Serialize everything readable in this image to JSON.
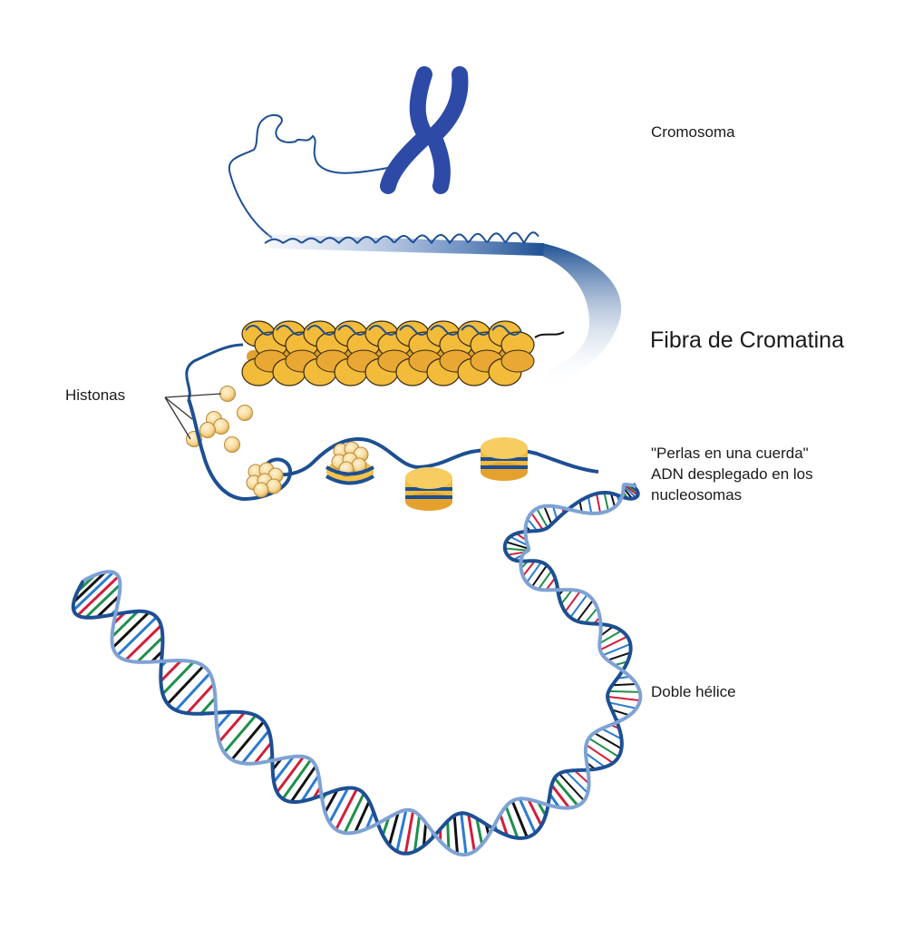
{
  "labels": {
    "cromosoma": "Cromosoma",
    "fibra": "Fibra de Cromatina",
    "histonas": "Histonas",
    "perlas_line1": "\"Perlas en una cuerda\"",
    "perlas_line2": "ADN desplegado en los",
    "perlas_line3": "nucleosomas",
    "doble_helice": "Doble hélice"
  },
  "colors": {
    "dna_strand": "#1d4f93",
    "chromosome": "#2d4aa6",
    "histone_gold": "#f2bb3a",
    "histone_light": "#f8d99a",
    "base_red": "#d11f3a",
    "base_green": "#1f8f4a",
    "base_black": "#111111",
    "base_blue": "#2a7bd1"
  }
}
